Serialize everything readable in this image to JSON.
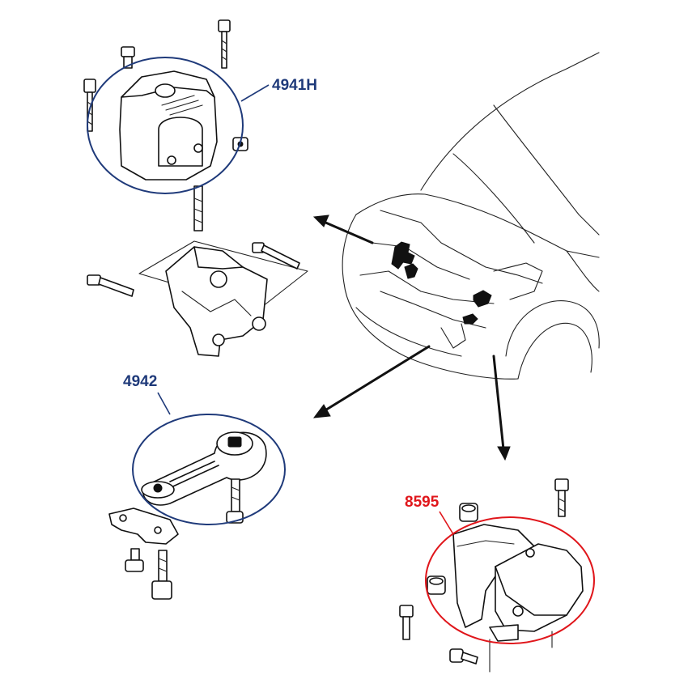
{
  "labels": {
    "upper_mount": "4941H",
    "torque_rod": "4942",
    "trans_mount": "8595"
  },
  "colors": {
    "upper_mount": "#1f3a7a",
    "torque_rod": "#1f3a7a",
    "trans_mount": "#e0161b",
    "ink": "#111111"
  }
}
